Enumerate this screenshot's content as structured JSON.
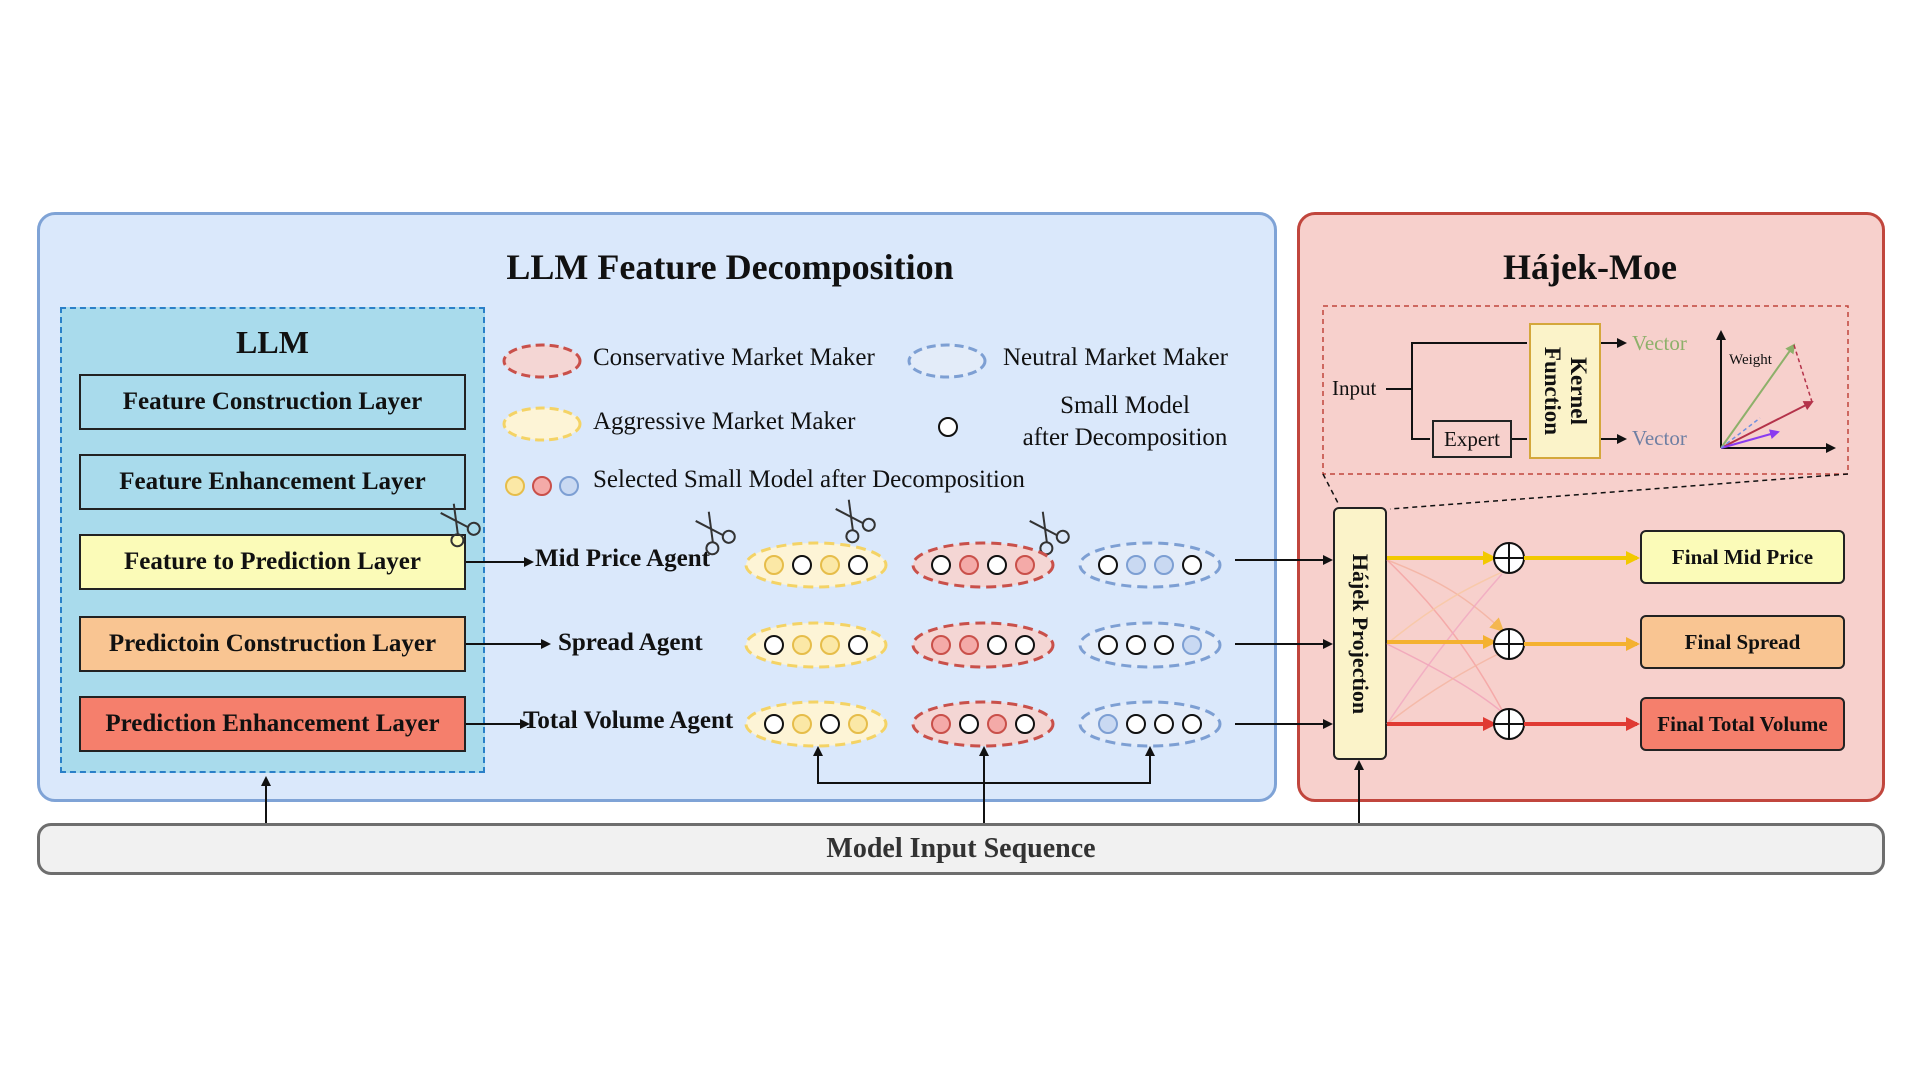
{
  "left_panel": {
    "title": "LLM Feature Decomposition"
  },
  "right_panel": {
    "title": "Hájek-Moe"
  },
  "llm": {
    "title": "LLM",
    "layers": [
      "Feature Construction Layer",
      "Feature Enhancement Layer",
      "Feature to Prediction Layer",
      "Predictoin Construction Layer",
      "Prediction Enhancement Layer"
    ]
  },
  "legend": {
    "conservative": "Conservative Market Maker",
    "neutral": "Neutral Market Maker",
    "aggressive": "Aggressive Market Maker",
    "small_model_line1": "Small Model",
    "small_model_line2": "after Decomposition",
    "selected": "Selected Small Model after Decomposition"
  },
  "agents": [
    "Mid Price Agent",
    "Spread Agent",
    "Total Volume Agent"
  ],
  "projection": "Hájek Projection",
  "outputs": [
    "Final Mid Price",
    "Final Spread",
    "Final Total Volume"
  ],
  "kernel_inset": {
    "input": "Input",
    "expert": "Expert",
    "kernel": "Kernel Function",
    "vector_top": "Vector",
    "vector_bottom": "Vector",
    "weight": "Weight"
  },
  "input_sequence": "Model Input Sequence",
  "colors": {
    "blue_panel": "#dae8fb",
    "red_panel": "#f7d0cc",
    "conservative": "#c9504a",
    "neutral": "#7d9fd3",
    "aggressive": "#f4d365",
    "fill_yellow": "#fbe8a6",
    "fill_red": "#f4aaa8",
    "fill_blue": "#c9d9f2",
    "arrow_mid": "#f2c900",
    "arrow_spread": "#f4b130",
    "arrow_volume": "#e03a33"
  },
  "ensembles": [
    [
      {
        "type": "aggressive",
        "dots": [
          "y",
          "w",
          "y",
          "w"
        ]
      },
      {
        "type": "conservative",
        "dots": [
          "w",
          "r",
          "w",
          "r"
        ]
      },
      {
        "type": "neutral",
        "dots": [
          "w",
          "b",
          "b",
          "w"
        ]
      }
    ],
    [
      {
        "type": "aggressive",
        "dots": [
          "w",
          "y",
          "y",
          "w"
        ]
      },
      {
        "type": "conservative",
        "dots": [
          "r",
          "r",
          "w",
          "w"
        ]
      },
      {
        "type": "neutral",
        "dots": [
          "w",
          "w",
          "w",
          "b"
        ]
      }
    ],
    [
      {
        "type": "aggressive",
        "dots": [
          "w",
          "y",
          "w",
          "y"
        ]
      },
      {
        "type": "conservative",
        "dots": [
          "r",
          "w",
          "r",
          "w"
        ]
      },
      {
        "type": "neutral",
        "dots": [
          "b",
          "w",
          "w",
          "w"
        ]
      }
    ]
  ]
}
